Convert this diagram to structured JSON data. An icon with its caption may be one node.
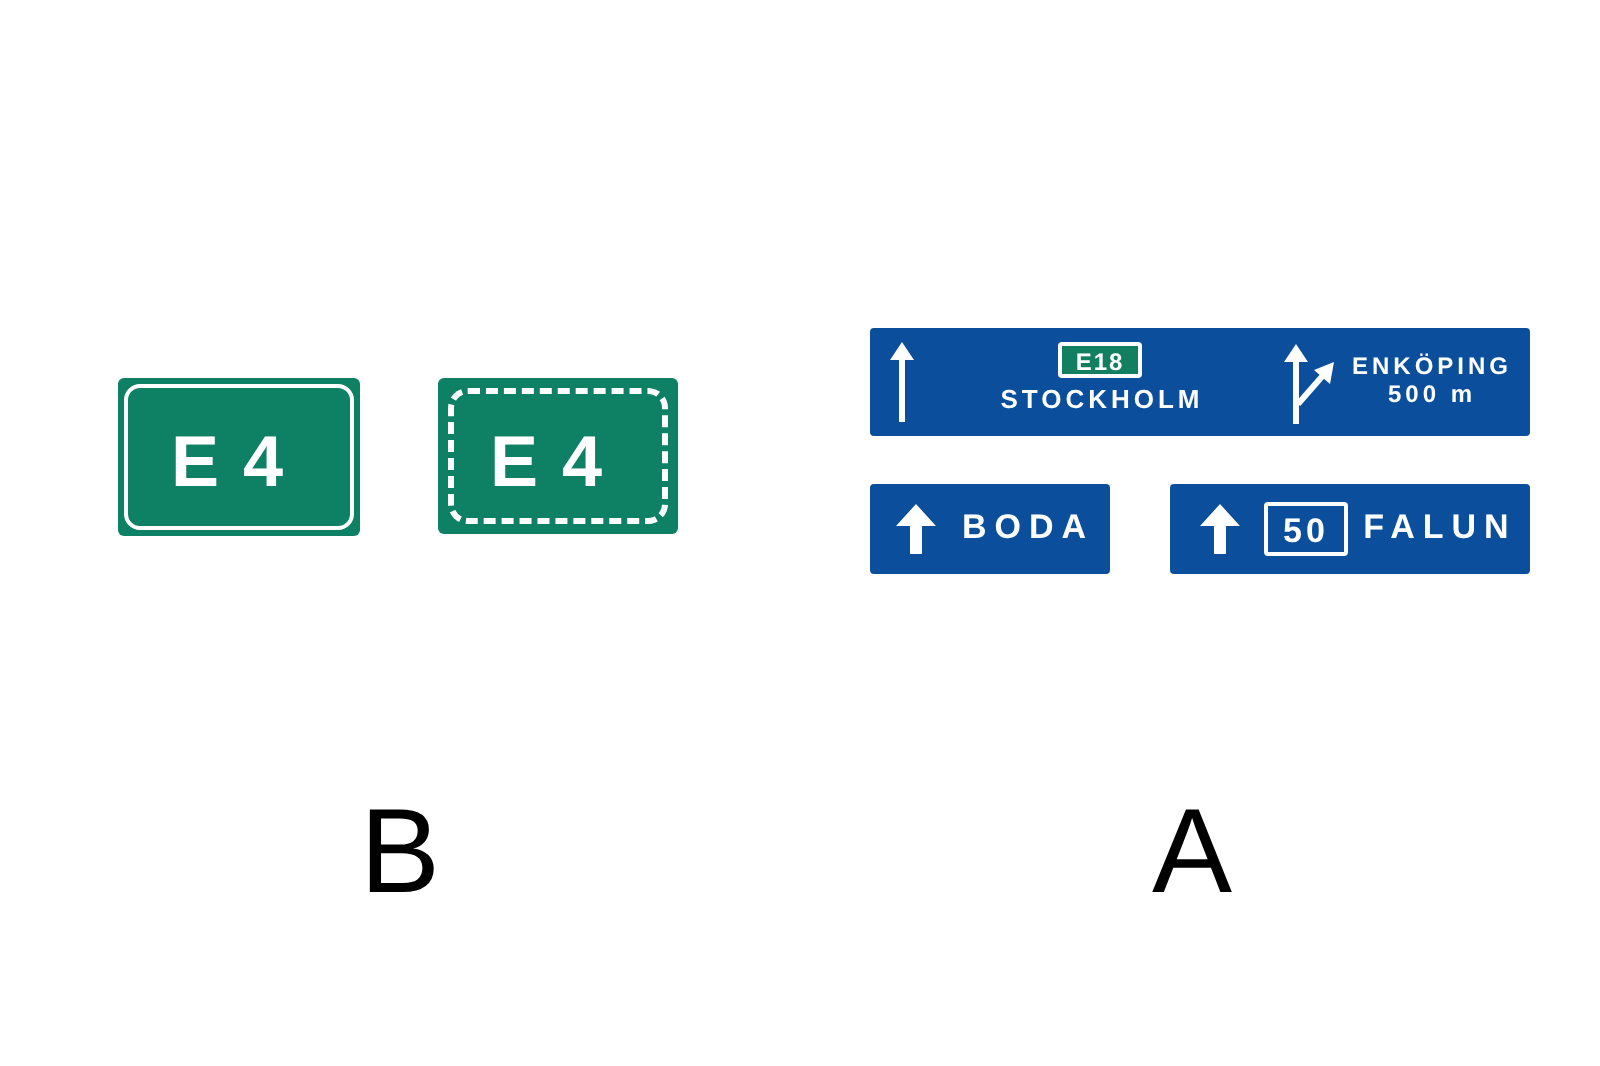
{
  "diagram": {
    "nodes": [
      {
        "text": [
          "E4"
        ]
      },
      {
        "text": [
          "E4"
        ]
      },
      {
        "text": [
          "STOCKHOLM",
          "ENKÖPING 500 m"
        ]
      },
      {
        "text": [
          "E18"
        ],
        "in": 2
      },
      {
        "text": [
          "BODA"
        ]
      },
      {
        "text": [
          "FALUN"
        ]
      },
      {
        "text": [
          "50"
        ],
        "in": 5
      }
    ],
    "labels": [
      "B",
      "A"
    ]
  }
}
